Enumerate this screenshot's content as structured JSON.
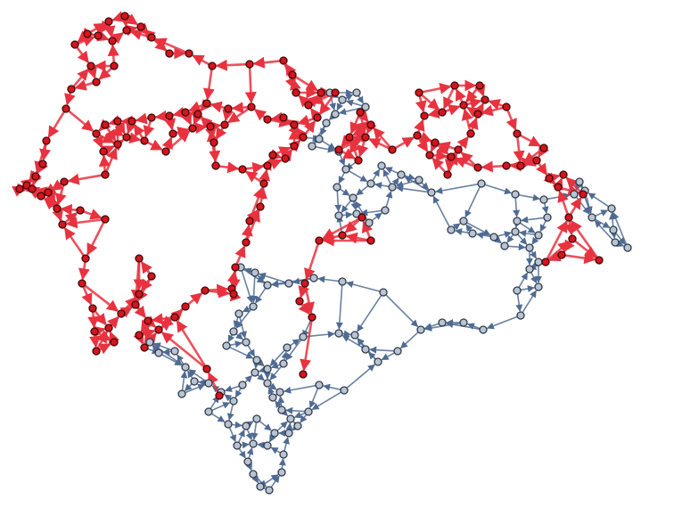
{
  "graph": {
    "type": "directed-network",
    "edges_drawn_as_arrows": true,
    "communities": [
      {
        "id": "red",
        "color": "#e8323f",
        "node_color": "#d5141c"
      },
      {
        "id": "blue",
        "color": "#4f6b93",
        "node_color": "#b9c4d3"
      }
    ]
  }
}
